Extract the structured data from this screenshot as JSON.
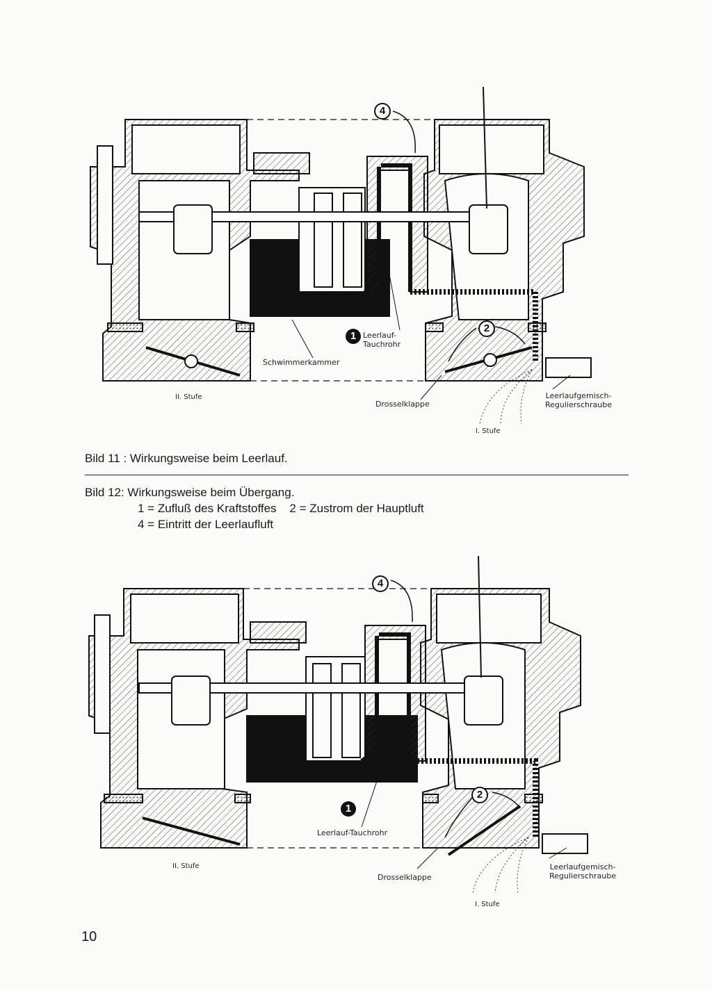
{
  "figure11": {
    "labels": {
      "num1": "1",
      "num2": "2",
      "num4": "4",
      "tauchrohr_line1": "Leerlauf-",
      "tauchrohr_line2": "Tauchrohr",
      "schwimmerkammer": "Schwimmerkammer",
      "stufe2": "II. Stufe",
      "drosselklappe": "Drosselklappe",
      "regulier_line1": "Leerlaufgemisch-",
      "regulier_line2": "Regulierschraube",
      "stufe1": "I. Stufe"
    }
  },
  "caption11": "Bild 11 : Wirkungsweise beim Leerlauf.",
  "caption12": {
    "title": "Bild 12: Wirkungsweise beim Übergang.",
    "legend_line1": "1 = Zufluß des Kraftstoffes    2 = Zustrom der Hauptluft",
    "legend_line2": "4 = Eintritt der Leerlaufluft"
  },
  "figure12": {
    "labels": {
      "num1": "1",
      "num2": "2",
      "num4": "4",
      "tauchrohr": "Leerlauf-Tauchrohr",
      "stufe2": "II. Stufe",
      "drosselklappe": "Drosselklappe",
      "regulier_line1": "Leerlaufgemisch-",
      "regulier_line2": "Regulierschraube",
      "stufe1": "I. Stufe"
    }
  },
  "page_number": "10"
}
